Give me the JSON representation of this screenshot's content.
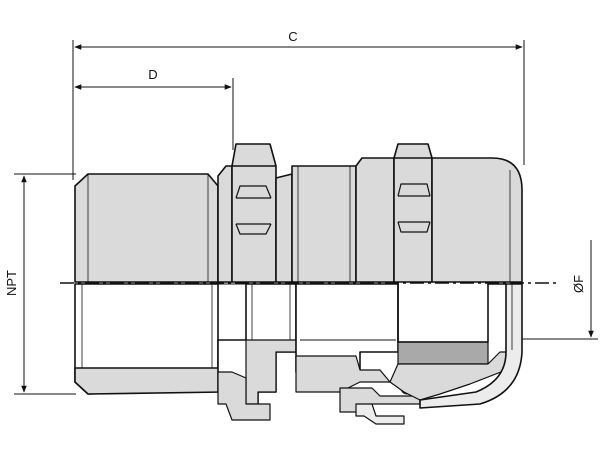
{
  "dimensions": {
    "c_label": "C",
    "d_label": "D",
    "npt_label": "NPT",
    "f_label": "ØF"
  },
  "colors": {
    "line": "#111111",
    "body_fill": "#dadada",
    "light_fill": "#ececec",
    "seal_fill": "#a9a9a9",
    "background": "#ffffff"
  }
}
